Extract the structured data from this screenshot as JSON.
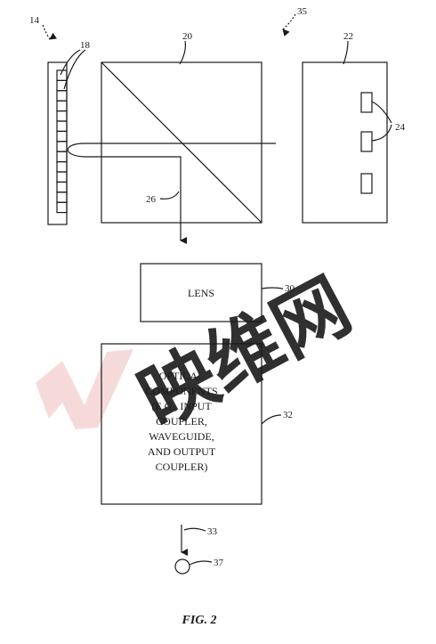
{
  "figure": {
    "caption": "FIG. 2",
    "watermark": "映维网",
    "colors": {
      "line": "#1a1a1a",
      "watermark": "#dbe5f4",
      "watermark_mark": "#f5d6d6"
    }
  },
  "refs": {
    "r14": "14",
    "r18": "18",
    "r20": "20",
    "r22": "22",
    "r24": "24",
    "r26": "26",
    "r30": "30",
    "r32": "32",
    "r33": "33",
    "r35": "35",
    "r37": "37"
  },
  "lens": {
    "label": "LENS"
  },
  "optical": {
    "lines": [
      "OPTICAL",
      "COMPONENTS",
      "(E.G., INPUT",
      "COUPLER,",
      "WAVEGUIDE,",
      "AND OUTPUT",
      "COUPLER)"
    ]
  }
}
